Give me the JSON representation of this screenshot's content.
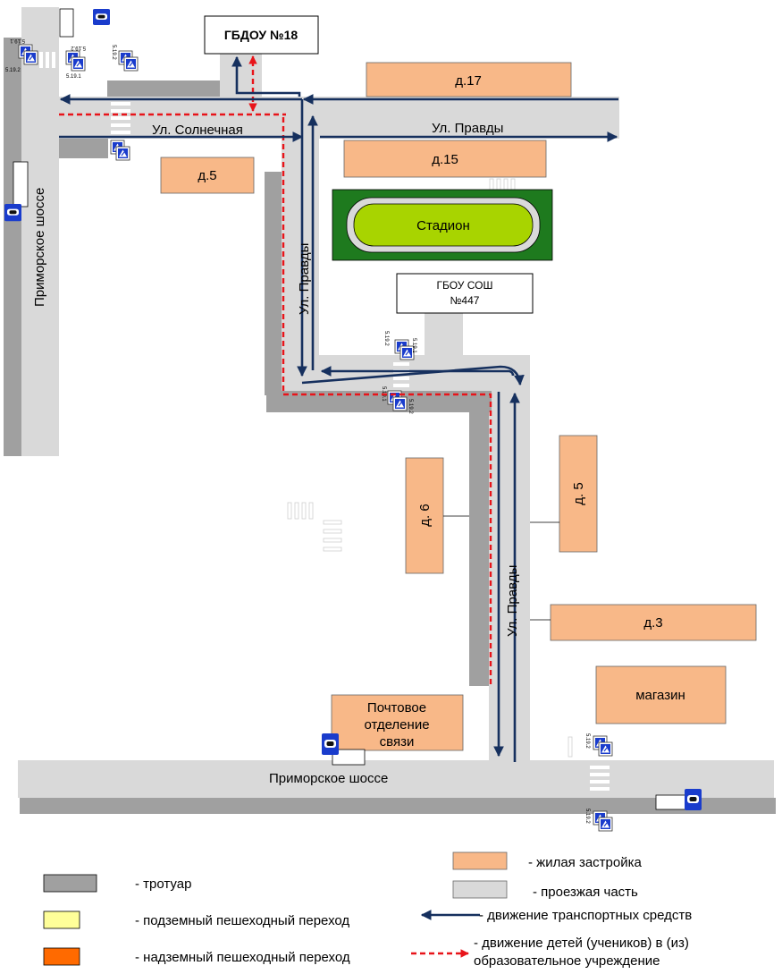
{
  "colors": {
    "road": "#d9d9d9",
    "sidewalk": "#a0a0a0",
    "building": "#f8b888",
    "traffic": "#16305e",
    "children_route": "#e8141a",
    "stadium_outer": "#1e7a1e",
    "stadium_inner": "#a8d400",
    "underground_crossing": "#ffff99",
    "overground_crossing": "#ff6a00",
    "stop_sign_blue": "#1a3ccc"
  },
  "labels": {
    "kindergarten": "ГБДОУ №18",
    "school_line1": "ГБОУ СОШ",
    "school_line2": "№447",
    "house17": "д.17",
    "house15": "д.15",
    "house5_left": "д.5",
    "house6": "д. 6",
    "house5_right": "д. 5",
    "house3": "д.3",
    "shop": "магазин",
    "post_line1": "Почтовое",
    "post_line2": "отделение",
    "post_line3": "связи",
    "stadium": "Стадион"
  },
  "streets": {
    "solnechnaya": "Ул. Солнечная",
    "pravdy_top": "Ул. Правды",
    "pravdy_vertical_left": "Ул. Правды",
    "pravdy_vertical_right": "Ул. Правды",
    "primorskoe_vertical": "Приморское шоссе",
    "primorskoe_bottom": "Приморское шоссе"
  },
  "signs": {
    "s5191": "5.19.1",
    "s5192": "5.19.2"
  },
  "legend": {
    "sidewalk": "- тротуар",
    "underground": "- подземный пешеходный переход",
    "overground": "- надземный пешеходный переход",
    "residential": "- жилая застройка",
    "roadway": "- проезжая часть",
    "traffic": "- движение транспортных средств",
    "children_line1": "- движение детей (учеников) в (из)",
    "children_line2": "образовательное учреждение"
  }
}
